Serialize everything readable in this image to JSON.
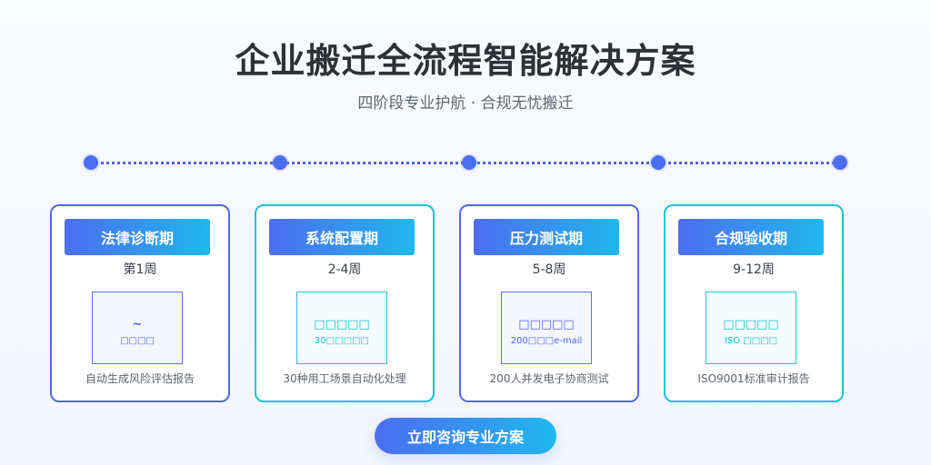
{
  "header": {
    "title": "企业搬迁全流程智能解决方案",
    "subtitle": "四阶段专业护航 · 合规无忧搬迁"
  },
  "phases": [
    {
      "title": "法律诊断期",
      "time": "第1周",
      "detail_main": "~",
      "detail_sub": "□□□□",
      "description": "自动生成风险评估报告"
    },
    {
      "title": "系统配置期",
      "time": "2-4周",
      "detail_main": "□□□□□",
      "detail_sub": "30□□□□□",
      "description": "30种用工场景自动化处理"
    },
    {
      "title": "压力测试期",
      "time": "5-8周",
      "detail_main": "□□□□□",
      "detail_sub": "200□□□e-mail",
      "description": "200人并发电子协商测试"
    },
    {
      "title": "合规验收期",
      "time": "9-12周",
      "detail_main": "□□□□□",
      "detail_sub": "ISO □□□□",
      "description": "ISO9001标准审计报告"
    }
  ],
  "cta": {
    "label": "立即咨询专业方案"
  },
  "colors": {
    "accent_blue": "#4b6ef0",
    "accent_cyan": "#17c3d9",
    "title_text": "#2d3138",
    "body_text": "#5f6675"
  }
}
